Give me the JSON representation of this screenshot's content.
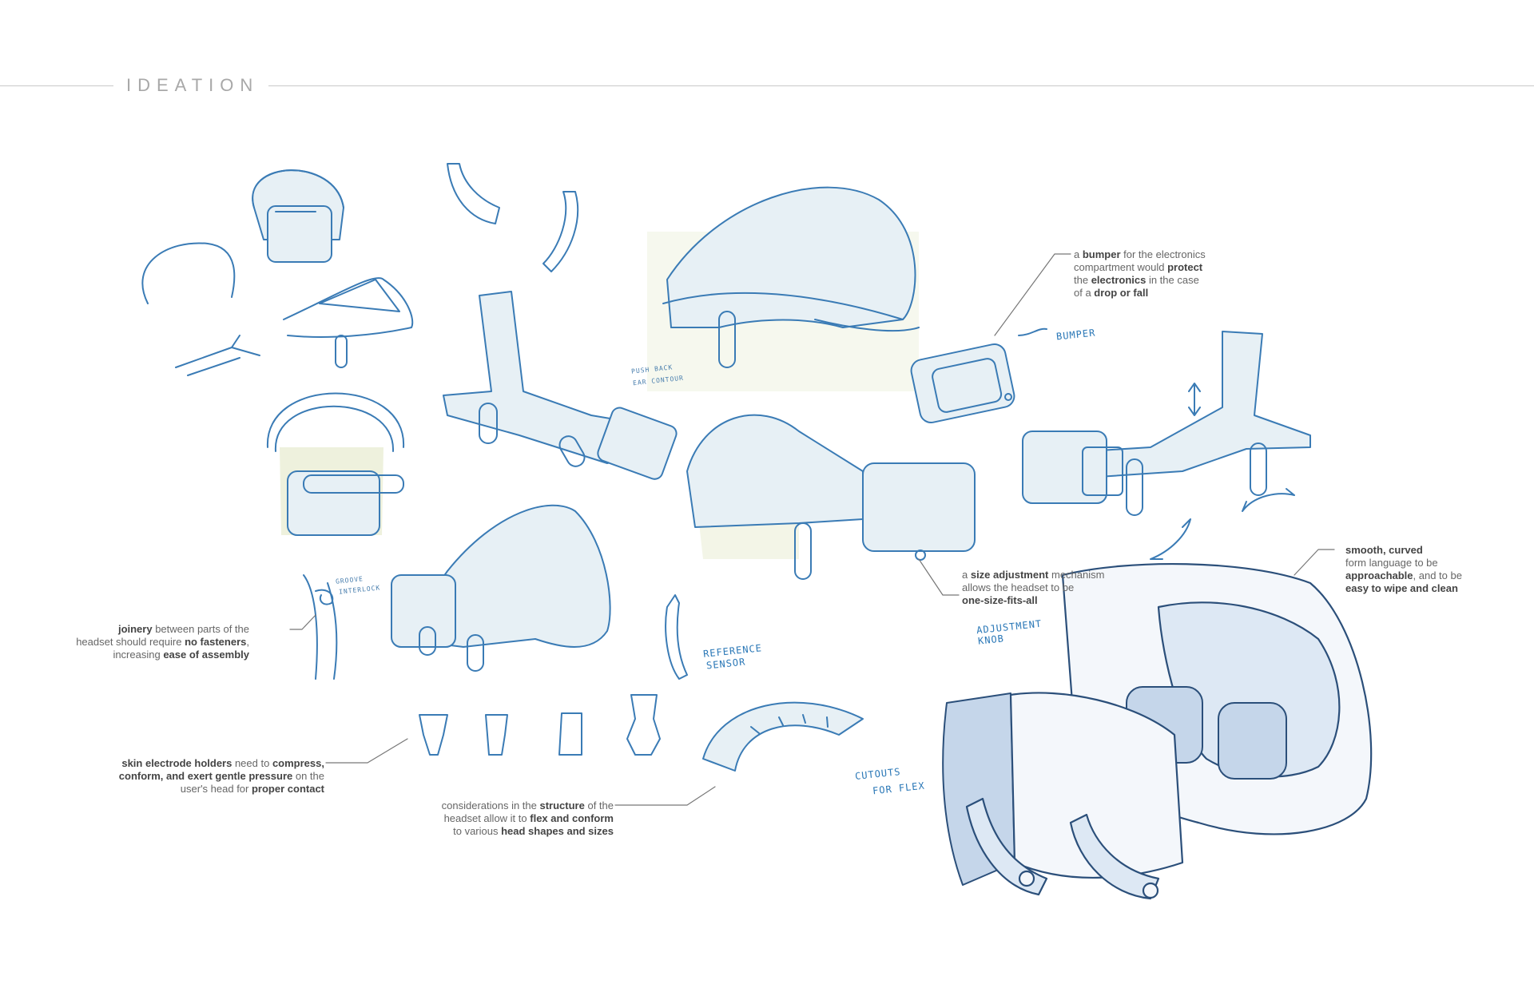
{
  "header": {
    "title": "IDEATION"
  },
  "notes": {
    "bumper": [
      {
        "t": "a ",
        "b": false
      },
      {
        "t": "bumper",
        "b": true
      },
      {
        "t": " for the electronics",
        "b": false
      },
      {
        "br": true
      },
      {
        "t": "compartment would ",
        "b": false
      },
      {
        "t": "protect",
        "b": true
      },
      {
        "br": true
      },
      {
        "t": "the ",
        "b": false
      },
      {
        "t": "electronics",
        "b": true
      },
      {
        "t": " in the case",
        "b": false
      },
      {
        "br": true
      },
      {
        "t": "of a ",
        "b": false
      },
      {
        "t": "drop or fall",
        "b": true
      }
    ],
    "smooth": [
      {
        "t": "smooth, curved",
        "b": true
      },
      {
        "br": true
      },
      {
        "t": "form language to be",
        "b": false
      },
      {
        "br": true
      },
      {
        "t": "approachable",
        "b": true
      },
      {
        "t": ", and to be",
        "b": false
      },
      {
        "br": true
      },
      {
        "t": "easy to wipe and clean",
        "b": true
      }
    ],
    "size": [
      {
        "t": "a ",
        "b": false
      },
      {
        "t": "size adjustment",
        "b": true
      },
      {
        "t": " mechanism",
        "b": false
      },
      {
        "br": true
      },
      {
        "t": "allows the headset to be",
        "b": false
      },
      {
        "br": true
      },
      {
        "t": "one-size-fits-all",
        "b": true
      }
    ],
    "joinery": [
      {
        "t": "joinery",
        "b": true
      },
      {
        "t": " between parts of the",
        "b": false
      },
      {
        "br": true
      },
      {
        "t": "headset should require ",
        "b": false
      },
      {
        "t": "no fasteners",
        "b": true
      },
      {
        "t": ",",
        "b": false
      },
      {
        "br": true
      },
      {
        "t": "increasing ",
        "b": false
      },
      {
        "t": "ease of assembly",
        "b": true
      }
    ],
    "electrode": [
      {
        "t": "skin electrode holders",
        "b": true
      },
      {
        "t": " need to ",
        "b": false
      },
      {
        "t": "compress,",
        "b": true
      },
      {
        "br": true
      },
      {
        "t": "conform, and exert gentle pressure",
        "b": true
      },
      {
        "t": " on the",
        "b": false
      },
      {
        "br": true
      },
      {
        "t": "user's head for ",
        "b": false
      },
      {
        "t": "proper contact",
        "b": true
      }
    ],
    "structure": [
      {
        "t": "considerations in the ",
        "b": false
      },
      {
        "t": "structure",
        "b": true
      },
      {
        "t": " of the",
        "b": false
      },
      {
        "br": true
      },
      {
        "t": "headset allow it to ",
        "b": false
      },
      {
        "t": "flex and conform",
        "b": true
      },
      {
        "br": true
      },
      {
        "t": "to various ",
        "b": false
      },
      {
        "t": "head shapes and sizes",
        "b": true
      }
    ]
  },
  "handwritten": {
    "bumper": "BUMPER",
    "push_back": "PUSH BACK",
    "ear_contour": "EAR CONTOUR",
    "groove": "GROOVE",
    "interlock": "INTERLOCK",
    "adjustment": "ADJUSTMENT",
    "knob": "KNOB",
    "reference": "REFERENCE",
    "sensor": "SENSOR",
    "cutouts": "CUTOUTS",
    "for_flex": "FOR FLEX"
  }
}
